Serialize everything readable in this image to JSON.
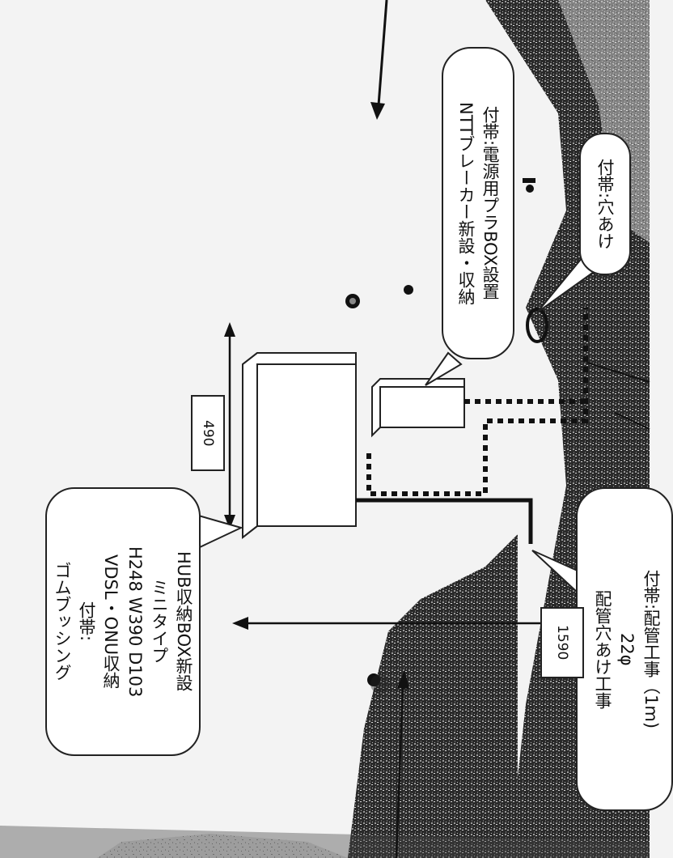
{
  "callouts": {
    "hub_box": {
      "lines": [
        "HUB収納BOX新設",
        "ミニタイプ",
        "H248 W390 D103",
        "VDSL・ONU収納",
        "付帯:",
        "ゴムブッシング"
      ]
    },
    "power_box": {
      "lines": [
        "付帯:電源用プラBOX設置",
        "NTTブレーカー新設・収納"
      ]
    },
    "hole": {
      "lines": [
        "付帯:穴あけ"
      ]
    },
    "piping": {
      "lines": [
        "付帯:配管工事（1m)",
        "22φ",
        "配管穴あけ工事"
      ]
    }
  },
  "dimensions": {
    "width_label": "490",
    "height_label": "1590"
  }
}
